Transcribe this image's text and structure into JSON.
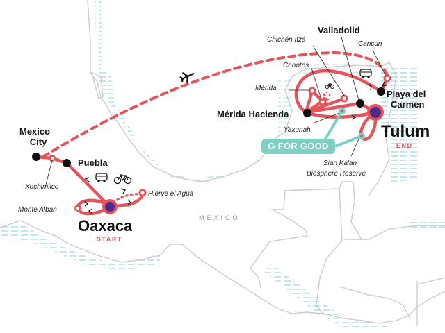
{
  "map": {
    "country_label": "MEXICO",
    "colors": {
      "route": "#e5545a",
      "start_end_marker": "#4b2c8c",
      "badge": "#7dd0c2",
      "coast": "#cccccc",
      "water_hatch": "#a8dce6",
      "city_dot": "#111111"
    },
    "cities": [
      {
        "id": "mexico-city",
        "label_line1": "Mexico",
        "label_line2": "City"
      },
      {
        "id": "puebla",
        "label": "Puebla"
      },
      {
        "id": "oaxaca",
        "label": "Oaxaca",
        "tag": "START"
      },
      {
        "id": "merida-hacienda",
        "label": "Mérida Hacienda"
      },
      {
        "id": "valladolid",
        "label": "Valladolid"
      },
      {
        "id": "playa-del-carmen",
        "label_line1": "Playa del",
        "label_line2": "Carmen"
      },
      {
        "id": "tulum",
        "label": "Tulum",
        "tag": "END"
      }
    ],
    "points_of_interest": [
      {
        "id": "xochimilco",
        "label": "Xochimilco"
      },
      {
        "id": "monte-alban",
        "label": "Monte Alban"
      },
      {
        "id": "hierve-el-agua",
        "label": "Hierve el Agua"
      },
      {
        "id": "chichen-itza",
        "label": "Chichén Itzá"
      },
      {
        "id": "cenotes",
        "label": "Cenotes"
      },
      {
        "id": "merida",
        "label": "Mérida"
      },
      {
        "id": "cancun",
        "label": "Cancun"
      },
      {
        "id": "yaxunah",
        "label": "Yaxunah"
      },
      {
        "id": "sian-kaan",
        "label_line1": "Sian Ka'an",
        "label_line2": "Biosphere Reserve"
      }
    ],
    "badge": {
      "label": "G FOR GOOD"
    },
    "transport_icons": [
      "plane-icon",
      "bus-icon",
      "bicycle-icon",
      "bus-icon",
      "bicycle-icon"
    ]
  }
}
